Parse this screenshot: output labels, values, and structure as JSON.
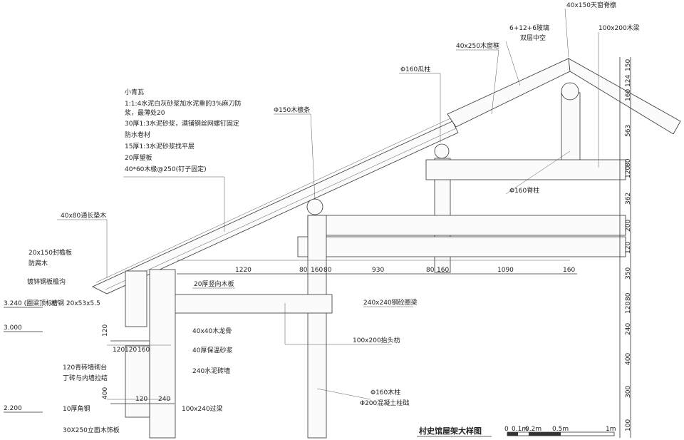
{
  "title": "村史馆屋架大样图",
  "scale_bar": {
    "labels": [
      "0",
      "0.1m",
      "0.2m",
      "0.5m",
      "1m"
    ]
  },
  "layers": [
    "小青瓦",
    "1:1:4水泥白灰砂浆加水泥重的3%麻刀防",
    "浆，最薄处20",
    "30厚1:3水泥砂浆，满铺钢丝网螺钉固定",
    "防水卷材",
    "15厚1:3水泥砂浆找平层",
    "20厚望板",
    "40*60木椽@250(钉子固定)"
  ],
  "labels": {
    "ridge_beam": "40x150天窗脊檩",
    "glass": "6+12+6玻璃",
    "glass2": "双层中空",
    "window_frame": "40x250木窗框",
    "beam_top": "100x200木梁",
    "melon_post": "Φ160瓜柱",
    "purlin": "Φ150木檩条",
    "ridge_post": "Φ160脊柱",
    "eave_wood": "40x80通长垫木",
    "eave_board": "20x150封檐板",
    "preservative": "防腐木",
    "gutter": "镀锌钢板檐沟",
    "channel": "槽钢 20x53x5.5",
    "elev1": "3.240 (圈梁顶标)",
    "elev2": "3.000",
    "elev3": "2.200",
    "vert_board": "20厚竖向木板",
    "ring_beam": "240x240钢砼圈梁",
    "keel": "40x40木龙骨",
    "mortar": "40厚保温砂浆",
    "wall": "240水泥砖墙",
    "tie_beam": "100x200抬头枋",
    "brick_sill": "120青砖墙砌台",
    "brick_sill2": "丁砖与内墙拉结",
    "angle": "10厚角钢",
    "lintel": "100x240过梁",
    "col": "Φ160木柱",
    "base": "Φ200混凝土柱础",
    "facing": "30X250立面木饰板"
  },
  "dims_h": [
    "1220",
    "80",
    "160",
    "80",
    "930",
    "80",
    "160",
    "1090",
    "160"
  ],
  "dims_wall": [
    "120",
    "120",
    "160",
    "120",
    "240"
  ],
  "dims_v": [
    "150",
    "124",
    "160",
    "563",
    "80",
    "120",
    "362",
    "200",
    "120",
    "350",
    "80",
    "120",
    "240",
    "400",
    "300",
    "100"
  ],
  "dims_left": [
    "120",
    "400"
  ]
}
